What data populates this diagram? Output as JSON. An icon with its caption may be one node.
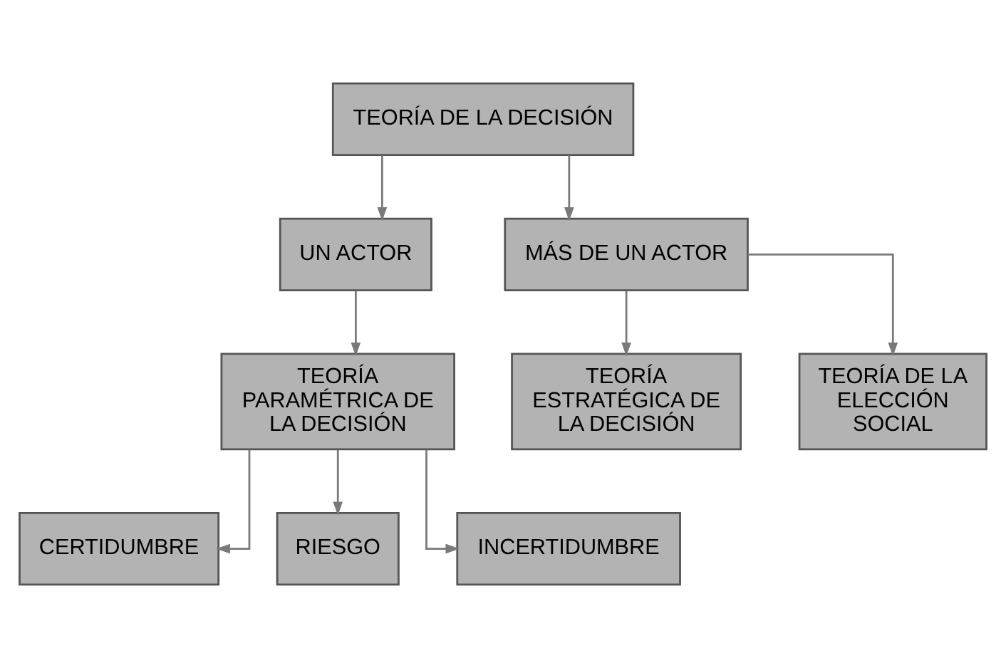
{
  "diagram": {
    "nodes": [
      {
        "text": [
          "TEORÍA DE LA DECISIÓN"
        ]
      },
      {
        "text": [
          "UN ACTOR"
        ]
      },
      {
        "text": [
          "MÁS DE UN ACTOR"
        ]
      },
      {
        "text": [
          "TEORÍA PARAMÉTRICA DE LA DECISIÓN"
        ]
      },
      {
        "text": [
          "TEORÍA ESTRATÉGICA DE LA DECISIÓN"
        ]
      },
      {
        "text": [
          "TEORÍA DE LA ELECCIÓN SOCIAL"
        ]
      },
      {
        "text": [
          "CERTIDUMBRE"
        ]
      },
      {
        "text": [
          "RIESGO"
        ]
      },
      {
        "text": [
          "INCERTIDUMBRE"
        ]
      }
    ],
    "edges": [
      {
        "from": 0,
        "to": 1,
        "arrow": "to"
      },
      {
        "from": 0,
        "to": 2,
        "arrow": "to"
      },
      {
        "from": 1,
        "to": 3,
        "arrow": "to"
      },
      {
        "from": 2,
        "to": 4,
        "arrow": "to"
      },
      {
        "from": 2,
        "to": 5,
        "arrow": "to"
      },
      {
        "from": 3,
        "to": 6,
        "arrow": "to"
      },
      {
        "from": 3,
        "to": 7,
        "arrow": "to"
      },
      {
        "from": 3,
        "to": 8,
        "arrow": "to"
      }
    ]
  }
}
